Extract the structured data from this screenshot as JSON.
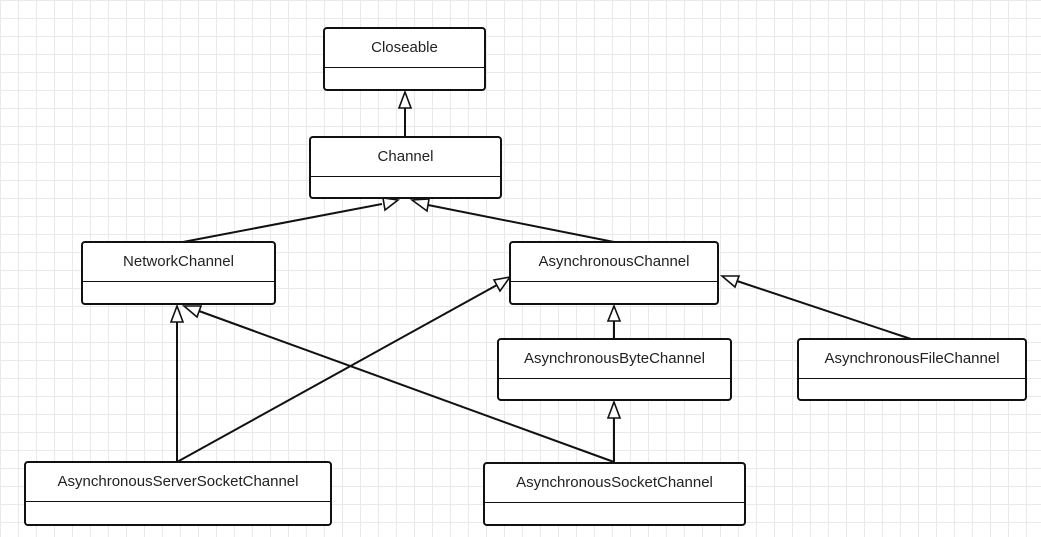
{
  "diagram": {
    "classes": {
      "closeable": "Closeable",
      "channel": "Channel",
      "network_channel": "NetworkChannel",
      "asynchronous_channel": "AsynchronousChannel",
      "asynchronous_byte_channel": "AsynchronousByteChannel",
      "asynchronous_file_channel": "AsynchronousFileChannel",
      "asynchronous_server_socket_channel": "AsynchronousServerSocketChannel",
      "asynchronous_socket_channel": "AsynchronousSocketChannel"
    },
    "relations": [
      {
        "from": "channel",
        "to": "closeable",
        "type": "generalization"
      },
      {
        "from": "network_channel",
        "to": "channel",
        "type": "generalization"
      },
      {
        "from": "asynchronous_channel",
        "to": "channel",
        "type": "generalization"
      },
      {
        "from": "asynchronous_byte_channel",
        "to": "asynchronous_channel",
        "type": "generalization"
      },
      {
        "from": "asynchronous_file_channel",
        "to": "asynchronous_channel",
        "type": "generalization"
      },
      {
        "from": "asynchronous_server_socket_channel",
        "to": "network_channel",
        "type": "generalization"
      },
      {
        "from": "asynchronous_server_socket_channel",
        "to": "asynchronous_channel",
        "type": "generalization"
      },
      {
        "from": "asynchronous_socket_channel",
        "to": "network_channel",
        "type": "generalization"
      },
      {
        "from": "asynchronous_socket_channel",
        "to": "asynchronous_byte_channel",
        "type": "generalization"
      }
    ]
  }
}
